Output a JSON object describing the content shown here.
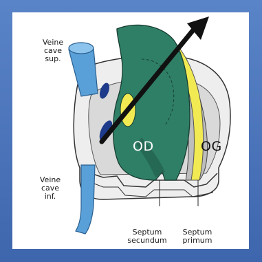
{
  "labels": {
    "vcs": [
      "Veine",
      "cave",
      "sup."
    ],
    "vci": [
      "Veine",
      "cave",
      "inf."
    ],
    "od": "OD",
    "og": "OG",
    "septum_secundum": [
      "Septum",
      "secundum"
    ],
    "septum_primum": [
      "Septum",
      "primum"
    ]
  },
  "colors": {
    "frame": "#4a72b8",
    "vein": "#5aa0d8",
    "septum_secundum": "#2f7f66",
    "septum_primum": "#f2ea52",
    "atrium_wall": "#e9e9e9",
    "arrow": "#111111"
  }
}
